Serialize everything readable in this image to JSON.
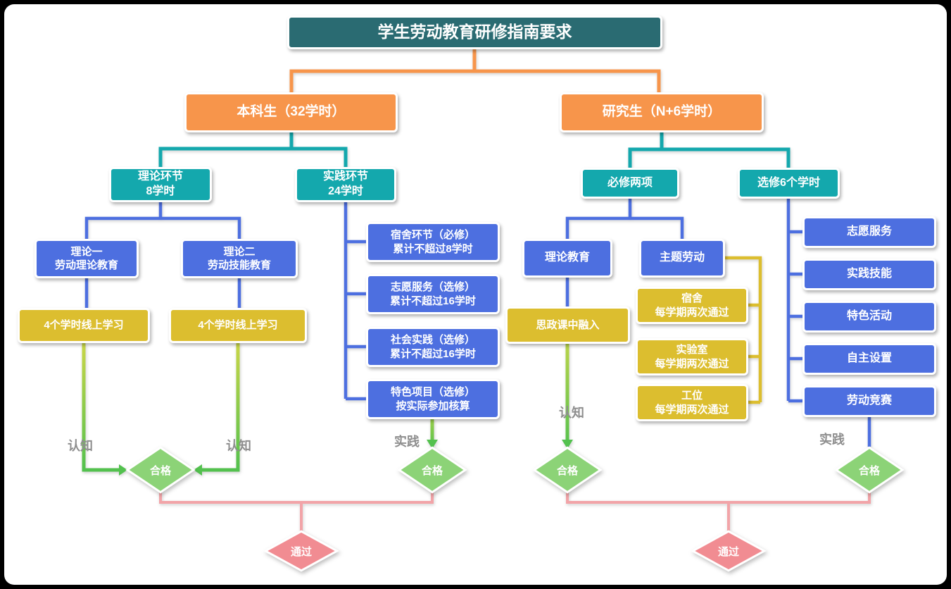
{
  "title": "学生劳动教育研修指南要求",
  "colors": {
    "canvas": "#ffffff",
    "title-bg": "#2A6B72",
    "orange": "#F7954B",
    "teal": "#14A8AD",
    "blue": "#4D6FE0",
    "yellow": "#DCBE2F",
    "green": "#8CD377",
    "pink": "#F18C92",
    "pink-line": "#F2A4A8",
    "arrow-start": "#C9D648",
    "arrow-end": "#53C14E",
    "label-gray": "#8E8E8E"
  },
  "nodes": {
    "undergrad": "本科生（32学时）",
    "grad": "研究生（N+6学时）",
    "ug_theory": "理论环节\n8学时",
    "ug_practice": "实践环节\n24学时",
    "theory1": "理论一\n劳动理论教育",
    "theory2": "理论二\n劳动技能教育",
    "online1": "4个学时线上学习",
    "online2": "4个学时线上学习",
    "practice_items": [
      "宿舍环节（必修）\n累计不超过8学时",
      "志愿服务（选修）\n累计不超过16学时",
      "社会实践（选修）\n累计不超过16学时",
      "特色项目（选修）\n按实际参加核算"
    ],
    "required_two": "必修两项",
    "elective6": "选修6个学时",
    "grad_theory": "理论教育",
    "grad_labor": "主题劳动",
    "ideology": "思政课中融入",
    "labor_items": [
      "宿舍\n每学期两次通过",
      "实验室\n每学期两次通过",
      "工位\n每学期两次通过"
    ],
    "elective_items": [
      "志愿服务",
      "实践技能",
      "特色活动",
      "自主设置",
      "劳动竞赛"
    ]
  },
  "labels": {
    "cognition": "认知",
    "practice": "实践"
  },
  "results": {
    "pass": "合格",
    "final": "通过"
  }
}
